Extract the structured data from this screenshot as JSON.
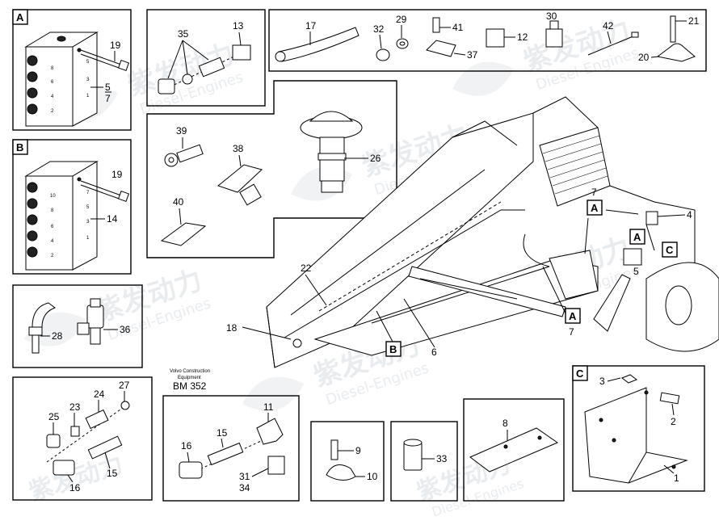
{
  "watermark": {
    "cn": "紫发动力",
    "en": "Diesel-Engines"
  },
  "panel_tags": {
    "A": "A",
    "B": "B",
    "C": "C"
  },
  "callouts": {
    "p1": "1",
    "p2": "2",
    "p3": "3",
    "p4": "4",
    "p5a": "5",
    "p5b": "5",
    "p6": "6",
    "p7a": "7",
    "p7b": "7",
    "p7c": "7",
    "p8": "8",
    "p9": "9",
    "p10": "10",
    "p11": "11",
    "p12": "12",
    "p13": "13",
    "p14": "14",
    "p15a": "15",
    "p15b": "15",
    "p16a": "16",
    "p16b": "16",
    "p17": "17",
    "p18": "18",
    "p19a": "19",
    "p19b": "19",
    "p20": "20",
    "p21": "21",
    "p22": "22",
    "p23": "23",
    "p24": "24",
    "p25": "25",
    "p26": "26",
    "p27": "27",
    "p28": "28",
    "p29": "29",
    "p30": "30",
    "p31": "31",
    "p32": "32",
    "p33": "33",
    "p34": "34",
    "p35": "35",
    "p36": "36",
    "p37": "37",
    "p38": "38",
    "p39": "39",
    "p40": "40",
    "p41": "41",
    "p42": "42"
  },
  "block_a_ports": [
    "8",
    "6",
    "4",
    "2",
    "5",
    "3",
    "1"
  ],
  "block_b_ports": [
    "10",
    "8",
    "6",
    "4",
    "2",
    "7",
    "5",
    "3",
    "1"
  ],
  "ref_tags": {
    "a1": "A",
    "a2": "A",
    "a3": "A",
    "b1": "B",
    "c1": "C"
  },
  "credit": {
    "line1": "Volvo Construction",
    "line2": "Equipment",
    "code": "BM 352"
  }
}
